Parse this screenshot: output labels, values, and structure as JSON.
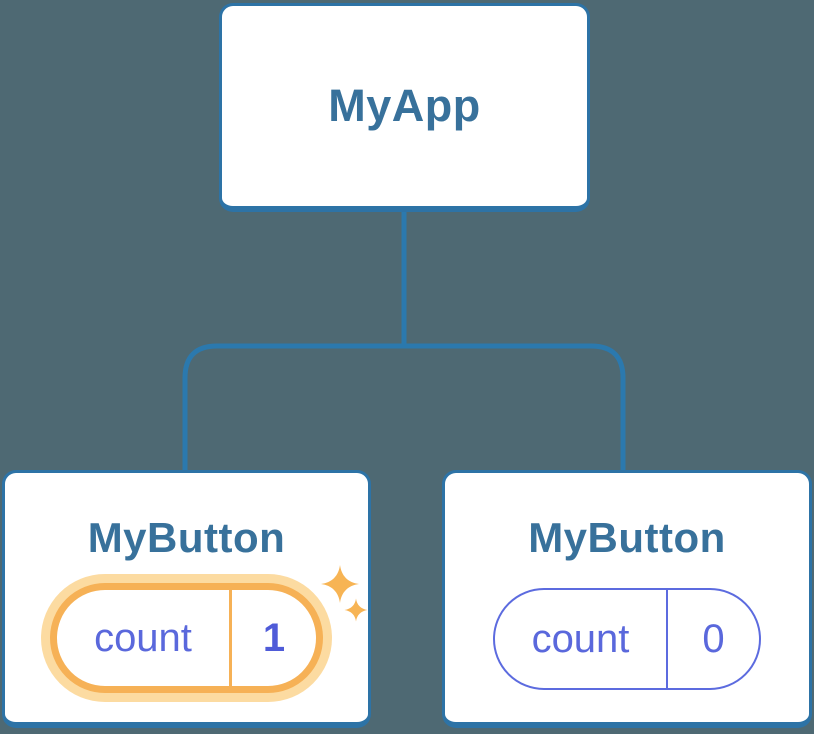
{
  "tree": {
    "root": {
      "label": "MyApp"
    },
    "children": [
      {
        "label": "MyButton",
        "state": {
          "key": "count",
          "value": "1"
        },
        "highlighted": true
      },
      {
        "label": "MyButton",
        "state": {
          "key": "count",
          "value": "0"
        },
        "highlighted": false
      }
    ]
  },
  "icons": {
    "sparkle": "sparkle-icon"
  },
  "colors": {
    "background": "#4e6973",
    "connector_line": "#2b79ae",
    "node_border": "#2d73a6",
    "node_label_text": "#38719b",
    "state_text": "#5a68dc",
    "state_value_highlight_text": "#4f5bd8",
    "highlight_border": "#f6b156",
    "highlight_halo": "#fcdba1",
    "sparkle": "#f7b454"
  }
}
